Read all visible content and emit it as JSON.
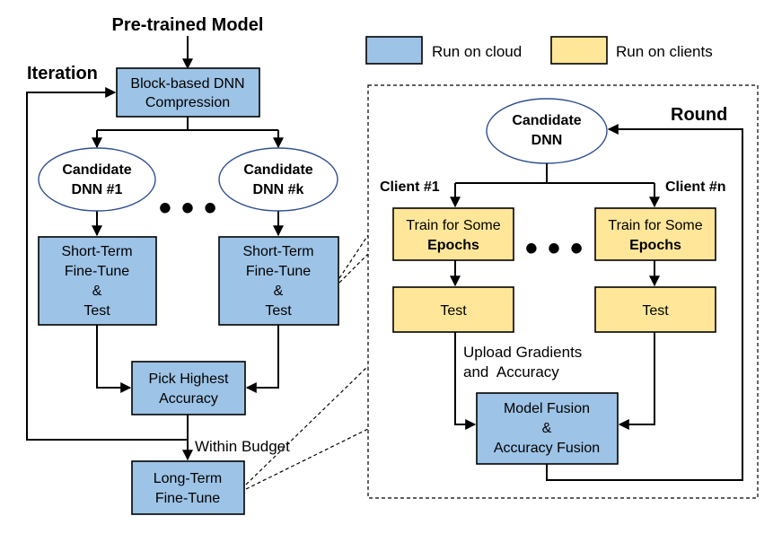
{
  "title": "Pre-trained Model",
  "iteration_label": "Iteration",
  "round_label": "Round",
  "legend": {
    "cloud": {
      "label": "Run on cloud",
      "color": "#9dc3e6"
    },
    "clients": {
      "label": "Run on clients",
      "color": "#ffe699"
    }
  },
  "left": {
    "compression": [
      "Block-based DNN",
      "Compression"
    ],
    "candidate_1": [
      "Candidate",
      "DNN #1"
    ],
    "candidate_k": [
      "Candidate",
      "DNN #k"
    ],
    "finetune_1": [
      "Short-Term",
      "Fine-Tune",
      "&",
      "Test"
    ],
    "finetune_k": [
      "Short-Term",
      "Fine-Tune",
      "&",
      "Test"
    ],
    "pick": [
      "Pick Highest",
      "Accuracy"
    ],
    "within_budget": "Within Budget",
    "long_term": [
      "Long-Term",
      "Fine-Tune"
    ],
    "ellipsis": "• • •"
  },
  "right": {
    "candidate": [
      "Candidate",
      "DNN"
    ],
    "client_1": "Client #1",
    "client_n": "Client #n",
    "train_1": [
      "Train for Some",
      "Epochs"
    ],
    "train_n": [
      "Train for Some",
      "Epochs"
    ],
    "test_1": "Test",
    "test_n": "Test",
    "upload": [
      "Upload Gradients",
      "and  Accuracy"
    ],
    "fusion": [
      "Model Fusion",
      "&",
      "Accuracy Fusion"
    ],
    "ellipsis": "• • •"
  }
}
